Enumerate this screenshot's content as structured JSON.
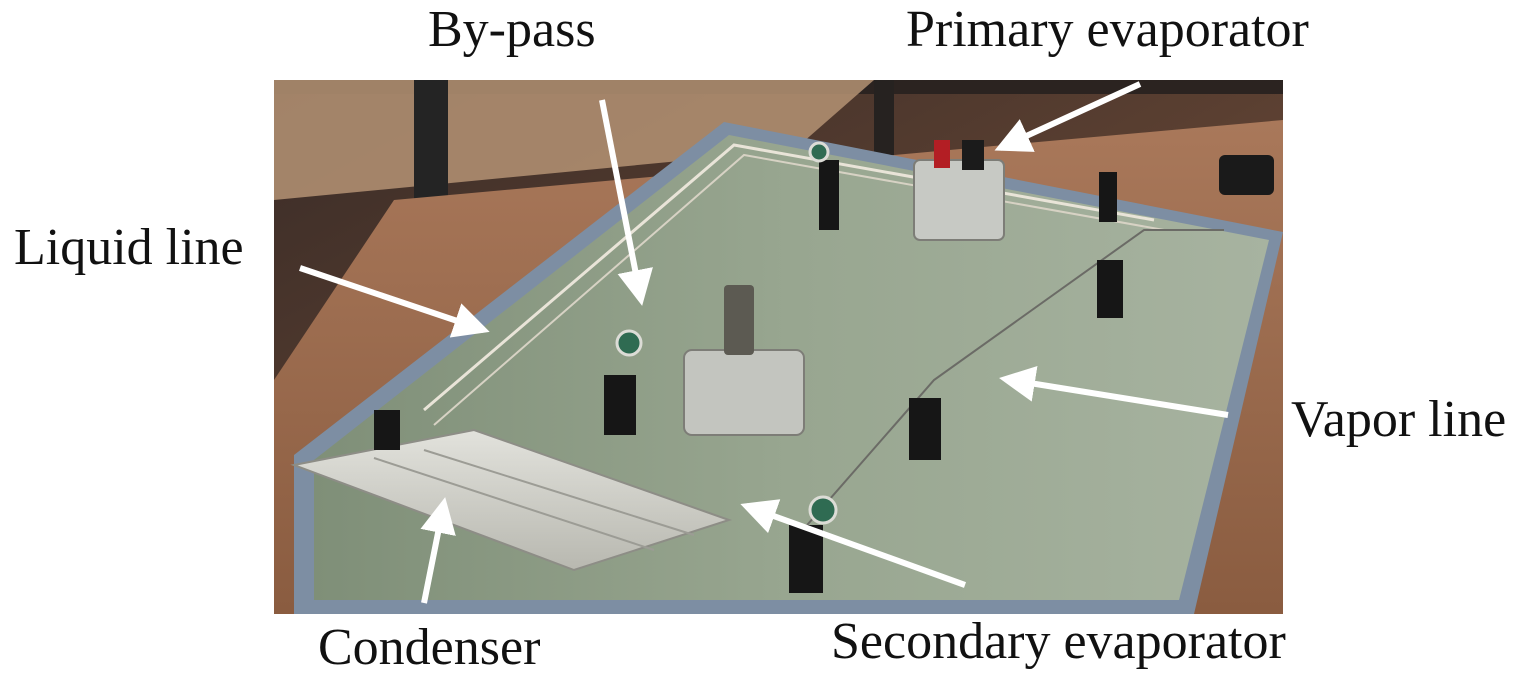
{
  "labels": {
    "bypass": "By-pass",
    "primary_evaporator": "Primary evaporator",
    "liquid_line": "Liquid line",
    "vapor_line": "Vapor line",
    "condenser": "Condenser",
    "secondary_evaporator": "Secondary evaporator"
  },
  "colors": {
    "label_text": "#111111",
    "arrow": "#ffffff",
    "plate": "#8f9e86",
    "plate_border": "#7d8ea3",
    "table": "#9a6a4a",
    "shelf": "#4a3a33"
  }
}
